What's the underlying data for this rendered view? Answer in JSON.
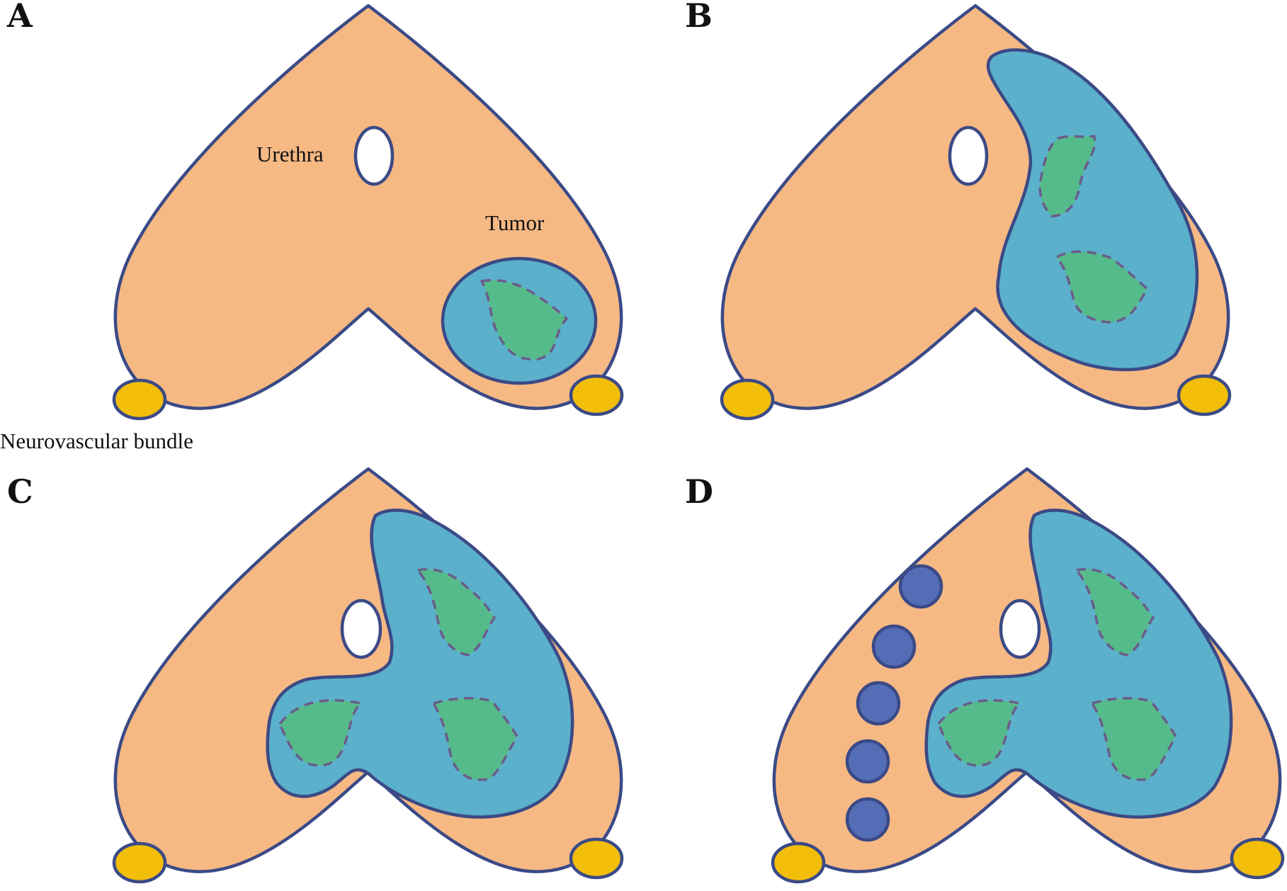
{
  "panels": [
    {
      "letter": "A"
    },
    {
      "letter": "B"
    },
    {
      "letter": "C"
    },
    {
      "letter": "D"
    }
  ],
  "labels": {
    "urethra": "Urethra",
    "tumor": "Tumor",
    "neurovascular_bundle": "Neurovascular bundle"
  },
  "colors": {
    "gland": "#F6B984",
    "outline": "#3B4A86",
    "tumor_region": "#5BB0CB",
    "lesion": "#55BB8A",
    "neurovascular_bundle": "#F2BE0A",
    "marker": "#536DB6"
  }
}
